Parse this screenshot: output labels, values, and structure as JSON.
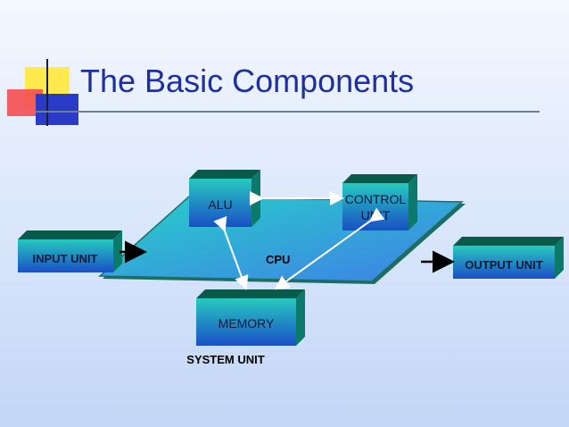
{
  "slide": {
    "title": "The Basic Components"
  },
  "diagram": {
    "alu": "ALU",
    "control_unit_line1": "CONTROL",
    "control_unit_line2": "UNIT",
    "cpu": "CPU",
    "input_unit": "INPUT UNIT",
    "output_unit": "OUTPUT UNIT",
    "memory": "MEMORY",
    "system_unit": "SYSTEM UNIT"
  },
  "colors": {
    "title": "#1f2f9e",
    "box_face_top": "#23c4bd",
    "box_face_bottom": "#1a55c8",
    "box_side": "#0c7a6a",
    "box_top": "#0a5a4c",
    "platform_face": "#2fc8d8",
    "platform_edge": "#1c6e62"
  }
}
